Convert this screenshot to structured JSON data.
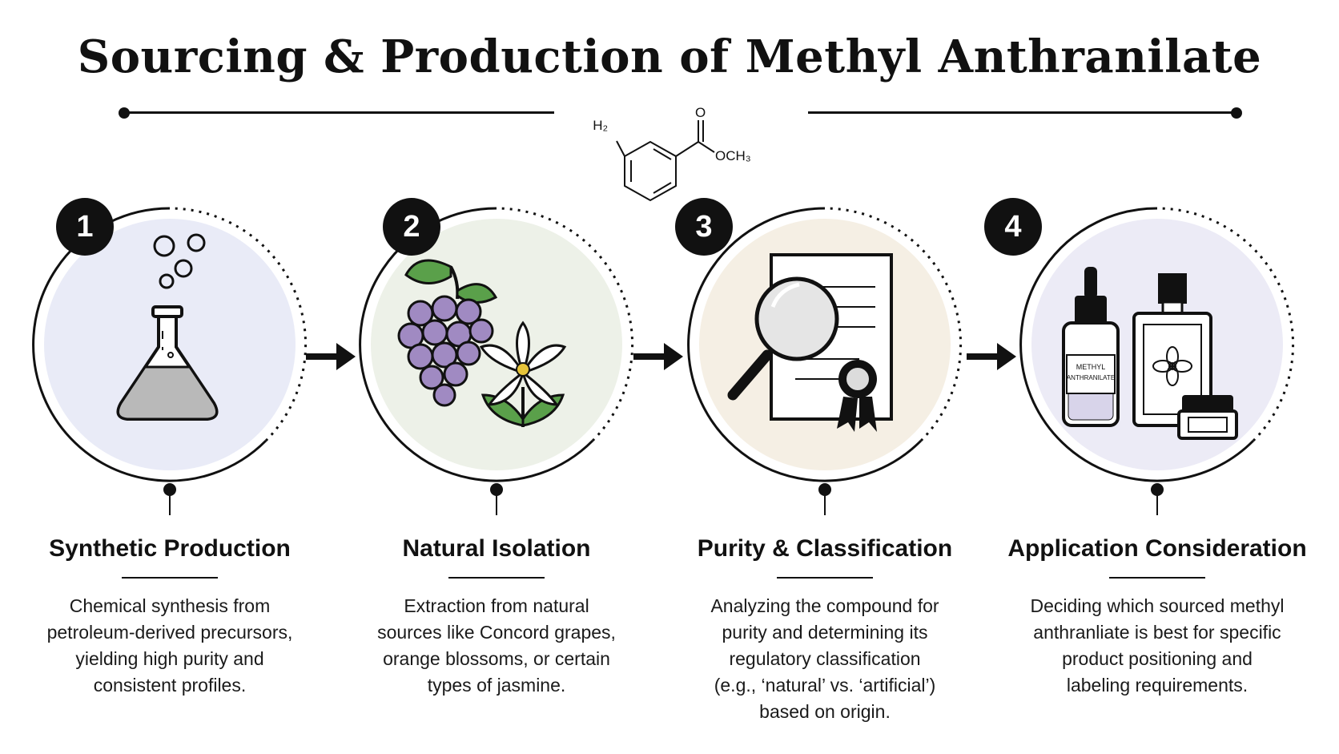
{
  "title": "Sourcing & Production of Methyl Anthranilate",
  "molecule": {
    "amine_label": "NH₂",
    "carbonyl_label": "O",
    "ester_label": "OCH₃"
  },
  "colors": {
    "step1_fill": "#e9ebf7",
    "step2_fill": "#edf1e8",
    "step3_fill": "#f5efe4",
    "step4_fill": "#ecebf6",
    "grape": "#a08ac2",
    "leaf": "#5aa04a",
    "flower_center": "#e6c43a"
  },
  "steps": [
    {
      "number": "1",
      "title": "Synthetic Production",
      "description_lines": [
        "Chemical synthesis from",
        "petroleum-derived precursors,",
        "yielding high purity and",
        "consistent profiles."
      ],
      "icon": "flask-icon"
    },
    {
      "number": "2",
      "title": "Natural Isolation",
      "description_lines": [
        "Extraction from natural",
        "sources like Concord grapes,",
        "orange blossoms, or certain",
        "types of jasmine."
      ],
      "icon": "grapes-and-blossom-icon"
    },
    {
      "number": "3",
      "title": "Purity & Classification",
      "description_lines": [
        "Analyzing the compound for",
        "purity and determining its",
        "regulatory classification",
        "(e.g., ‘natural’ vs. ‘artificial’)",
        "based on origin."
      ],
      "icon": "document-magnifier-icon"
    },
    {
      "number": "4",
      "title": "Application Consideration",
      "description_lines": [
        "Deciding which sourced methyl",
        "anthranliate is best for specific",
        "product positioning and",
        "labeling requirements."
      ],
      "icon": "product-bottles-icon",
      "bottle_label_line1": "METHYL",
      "bottle_label_line2": "ANTHRANILATE"
    }
  ]
}
